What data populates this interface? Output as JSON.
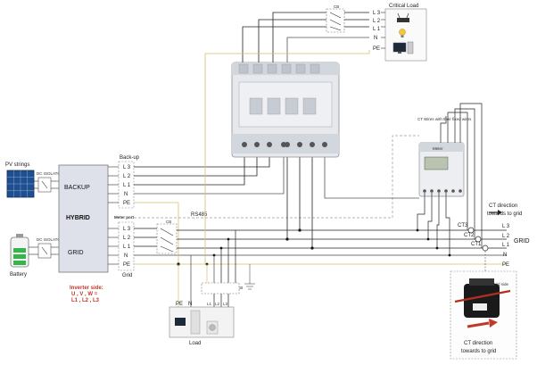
{
  "pv": {
    "label": "PV strings",
    "isolator": "DC ISOLATOR"
  },
  "battery": {
    "label": "Battery",
    "isolator": "DC ISOLATOR"
  },
  "inverter": {
    "backup_label": "BACKUP",
    "hybrid_label": "HYBRID",
    "grid_label": "GRID",
    "side_line1": "Inverter side:",
    "side_line2": "U , V , W =",
    "side_line3": "L1 , L2 , L3"
  },
  "backup_terminal": {
    "title": "Back-up",
    "rows": [
      "L 3",
      "L 2",
      "L 1",
      "N",
      "PE"
    ]
  },
  "meter_port": {
    "title": "Meter port",
    "rows": [
      "L 3",
      "L 2",
      "L 1",
      "N",
      "PE"
    ],
    "bottom": "Grid"
  },
  "rs485": "RS485",
  "switches": {
    "cb_top": "CB",
    "cb_mid": "CB",
    "cb_load": "CB"
  },
  "critical_load": {
    "title": "Critical Load",
    "rows": [
      "L 3",
      "L 2",
      "L 1",
      "N",
      "PE"
    ]
  },
  "load": {
    "title": "Load",
    "terminals": [
      "PE",
      "N",
      "L1",
      "L2",
      "L3"
    ]
  },
  "meter": {
    "label": "Meter",
    "ct_note": "CT Wires with their fixed wires"
  },
  "grid": {
    "rows": [
      "L 3",
      "L 2",
      "L 1",
      "N",
      "PE"
    ],
    "label": "GRID",
    "ct": [
      "CT3",
      "CT2",
      "CT1"
    ]
  },
  "ct_direction_top": [
    "CT direction",
    "towards to grid"
  ],
  "ct_direction_bottom": [
    "CT direction",
    "towards to grid"
  ],
  "ct_clamp_text": "Grid side",
  "colors": {
    "wire": "#222222",
    "pe": "#d4c06a",
    "dashed": "#9a9a9a",
    "accent": "#c0392b"
  }
}
